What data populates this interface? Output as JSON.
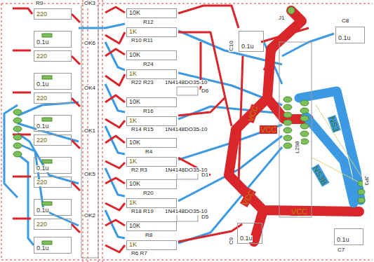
{
  "diagram": {
    "nodes": [
      {
        "text": [
          "220"
        ]
      },
      {
        "text": [
          "0.1u"
        ]
      },
      {
        "text": [
          "220"
        ]
      },
      {
        "text": [
          "0.1u"
        ]
      },
      {
        "text": [
          "220"
        ]
      },
      {
        "text": [
          "0.1u"
        ]
      },
      {
        "text": [
          "220"
        ]
      },
      {
        "text": [
          "0.1u"
        ]
      },
      {
        "text": [
          "220"
        ]
      },
      {
        "text": [
          "0.1u"
        ]
      },
      {
        "text": [
          "220"
        ]
      },
      {
        "text": [
          "0.1u"
        ]
      },
      {
        "text": [
          "10K"
        ]
      },
      {
        "text": [
          "1K"
        ]
      },
      {
        "text": [
          "10K"
        ]
      },
      {
        "text": [
          "1K"
        ]
      },
      {
        "text": [
          "10K"
        ]
      },
      {
        "text": [
          "1K"
        ]
      },
      {
        "text": [
          "10K"
        ]
      },
      {
        "text": [
          "1K"
        ]
      },
      {
        "text": [
          "10K"
        ]
      },
      {
        "text": [
          "1K"
        ]
      },
      {
        "text": [
          "10K"
        ]
      },
      {
        "text": [
          "1K"
        ]
      },
      {
        "text": [
          "0.1u"
        ]
      },
      {
        "text": [
          "0.1u"
        ]
      },
      {
        "text": [
          "0.1u"
        ]
      },
      {
        "text": [
          "0.1u"
        ]
      }
    ],
    "labels": [
      "R9",
      "OK3",
      "OK6",
      "OK4",
      "OK1",
      "OK5",
      "OK2",
      "R12",
      "R10 R11",
      "R24",
      "R22 R23",
      "R16",
      "R14 R15",
      "R4",
      "R2 R3",
      "R20",
      "R18 R19",
      "R8",
      "R6 R7",
      "1N4148DO35-10",
      "1N4148DO35-10",
      "1N4148DO35-10",
      "1N4148DO35-10",
      "D6",
      "D1",
      "D5",
      "J1",
      "C10",
      "C8",
      "C7",
      "C9",
      "VCC",
      "VCC",
      "VCC",
      "VCC",
      "NS3",
      "NS3B",
      "JP3",
      "L298"
    ]
  }
}
